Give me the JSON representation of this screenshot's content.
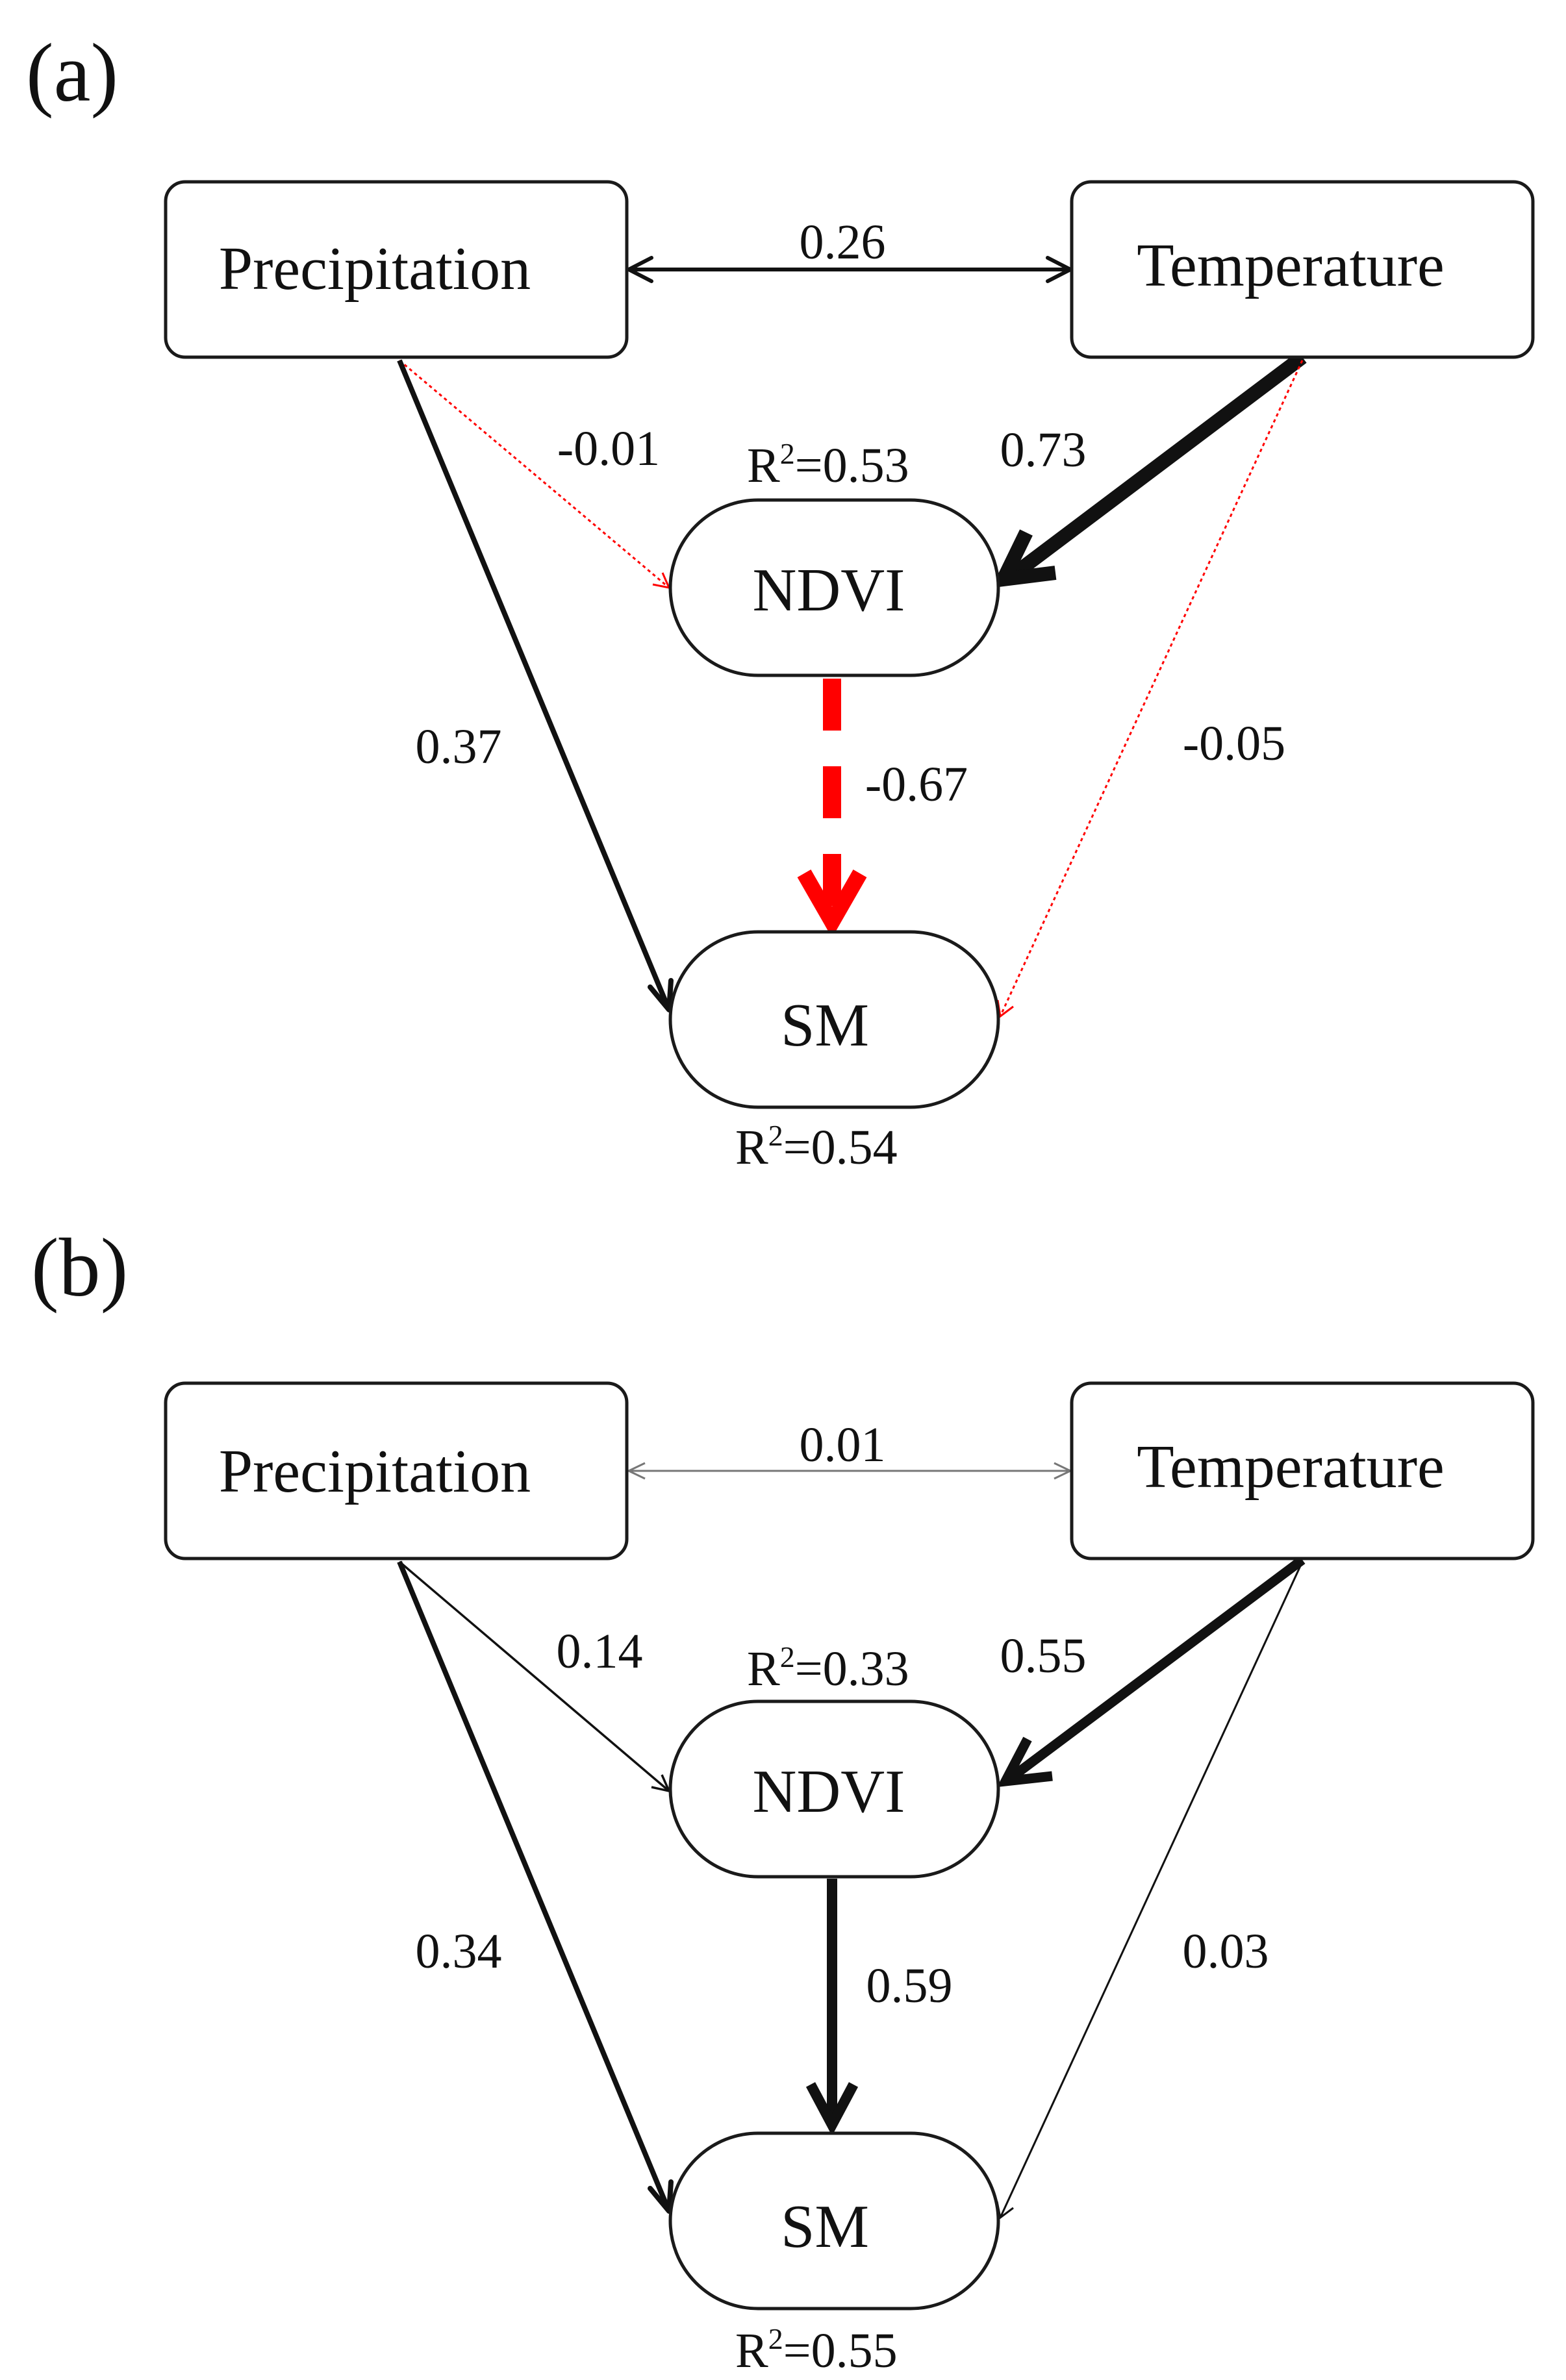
{
  "colors": {
    "positive_path": "#111111",
    "negative_path": "#ff0000",
    "node_border": "#1a1a1a",
    "background": "#ffffff"
  },
  "panels": [
    {
      "label": "(a)",
      "nodes": {
        "precipitation": "Precipitation",
        "temperature": "Temperature",
        "ndvi": "NDVI",
        "sm": "SM"
      },
      "r2": {
        "ndvi": {
          "prefix": "R",
          "sup": "2",
          "value": "=0.53"
        },
        "sm": {
          "prefix": "R",
          "sup": "2",
          "value": "=0.54"
        }
      },
      "paths": {
        "precip_temp": {
          "label": "0.26",
          "value": 0.26,
          "style": "solid-black",
          "bidirectional": true
        },
        "precip_ndvi": {
          "label": "-0.01",
          "value": -0.01,
          "style": "dotted-red"
        },
        "temp_ndvi": {
          "label": "0.73",
          "value": 0.73,
          "style": "solid-black"
        },
        "precip_sm": {
          "label": "0.37",
          "value": 0.37,
          "style": "solid-black"
        },
        "ndvi_sm": {
          "label": "-0.67",
          "value": -0.67,
          "style": "dashed-red"
        },
        "temp_sm": {
          "label": "-0.05",
          "value": -0.05,
          "style": "dotted-red"
        }
      }
    },
    {
      "label": "(b)",
      "nodes": {
        "precipitation": "Precipitation",
        "temperature": "Temperature",
        "ndvi": "NDVI",
        "sm": "SM"
      },
      "r2": {
        "ndvi": {
          "prefix": "R",
          "sup": "2",
          "value": "=0.33"
        },
        "sm": {
          "prefix": "R",
          "sup": "2",
          "value": "=0.55"
        }
      },
      "paths": {
        "precip_temp": {
          "label": "0.01",
          "value": 0.01,
          "style": "solid-gray",
          "bidirectional": true
        },
        "precip_ndvi": {
          "label": "0.14",
          "value": 0.14,
          "style": "solid-black"
        },
        "temp_ndvi": {
          "label": "0.55",
          "value": 0.55,
          "style": "solid-black"
        },
        "precip_sm": {
          "label": "0.34",
          "value": 0.34,
          "style": "solid-black"
        },
        "ndvi_sm": {
          "label": "0.59",
          "value": 0.59,
          "style": "solid-black"
        },
        "temp_sm": {
          "label": "0.03",
          "value": 0.03,
          "style": "solid-black"
        }
      }
    }
  ]
}
